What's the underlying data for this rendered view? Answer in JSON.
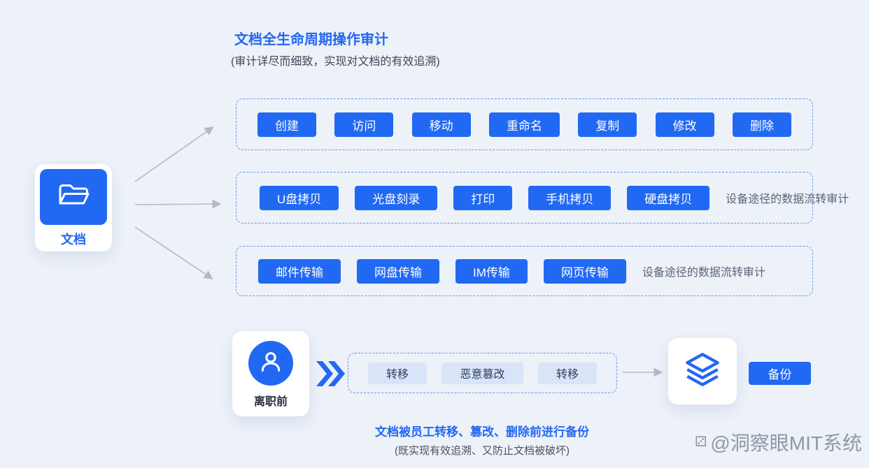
{
  "header": {
    "title": "文档全生命周期操作审计",
    "subtitle": "(审计详尽而细致，实现对文档的有效追溯)"
  },
  "source": {
    "label": "文档"
  },
  "rows": [
    {
      "buttons": [
        "创建",
        "访问",
        "移动",
        "重命名",
        "复制",
        "修改",
        "删除"
      ]
    },
    {
      "buttons": [
        "U盘拷贝",
        "光盘刻录",
        "打印",
        "手机拷贝",
        "硬盘拷贝"
      ],
      "note": "设备途径的数据流转审计"
    },
    {
      "buttons": [
        "邮件传输",
        "网盘传输",
        "IM传输",
        "网页传输"
      ],
      "note": "设备途径的数据流转审计"
    }
  ],
  "backup_flow": {
    "person_label": "离职前",
    "actions": [
      "转移",
      "恶意篡改",
      "转移"
    ],
    "backup_label": "备份",
    "caption": "文档被员工转移、篡改、删除前进行备份",
    "caption_note": "(既实现有效追溯、又防止文档被破坏)"
  },
  "watermark": {
    "icon": "⚂",
    "text": "@洞察眼MIT系统"
  },
  "colors": {
    "primary": "#2468F2",
    "background": "#EDF1F8",
    "light_button_bg": "#D9E4F8",
    "light_button_text": "#2F3E5E",
    "dashed_border": "#6C96E8",
    "note_text": "#5A6478",
    "arrow_gray": "#B2B9C6"
  }
}
